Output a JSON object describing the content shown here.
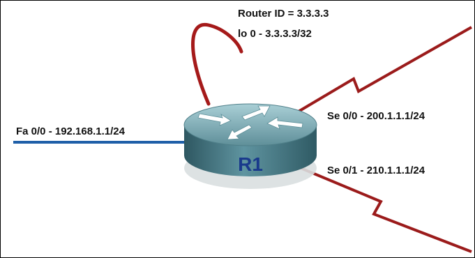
{
  "router": {
    "name": "R1",
    "router_id": "Router ID = 3.3.3.3",
    "loopback": "lo 0 - 3.3.3.3/32"
  },
  "interfaces": {
    "fa00": "Fa 0/0 - 192.168.1.1/24",
    "se00": "Se 0/0 - 200.1.1.1/24",
    "se01": "Se 0/1 - 210.1.1.1/24"
  },
  "colors": {
    "ethernet_link": "#1f5fa8",
    "serial_link": "#9b1b1b",
    "loopback": "#a51a1a",
    "router_top": "#6f9ea8",
    "router_side": "#3e6e78",
    "label_text": "#111111",
    "router_name": "#1a3a8c"
  },
  "icons": {
    "router": "router-icon",
    "arrows": "router-direction-arrows"
  }
}
